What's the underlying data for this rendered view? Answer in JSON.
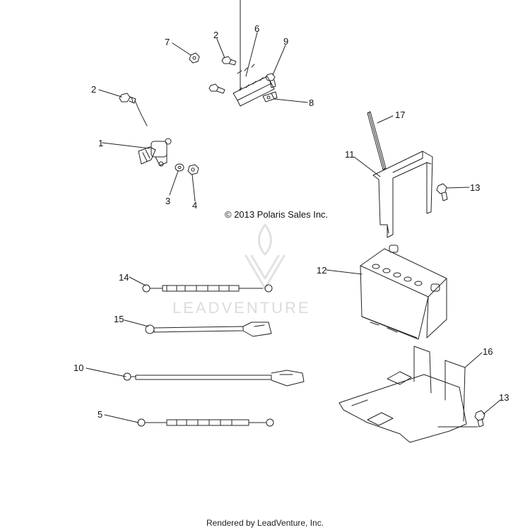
{
  "diagram": {
    "copyright": "© 2013 Polaris Sales Inc.",
    "watermark": "LEADVENTURE",
    "footer": "Rendered by LeadVenture, Inc.",
    "callouts": {
      "c1": "1",
      "c2a": "2",
      "c2b": "2",
      "c3": "3",
      "c4": "4",
      "c5": "5",
      "c6": "6",
      "c7": "7",
      "c8": "8",
      "c9": "9",
      "c10": "10",
      "c11": "11",
      "c12": "12",
      "c13a": "13",
      "c13b": "13",
      "c14": "14",
      "c15": "15",
      "c16": "16",
      "c17": "17"
    }
  }
}
